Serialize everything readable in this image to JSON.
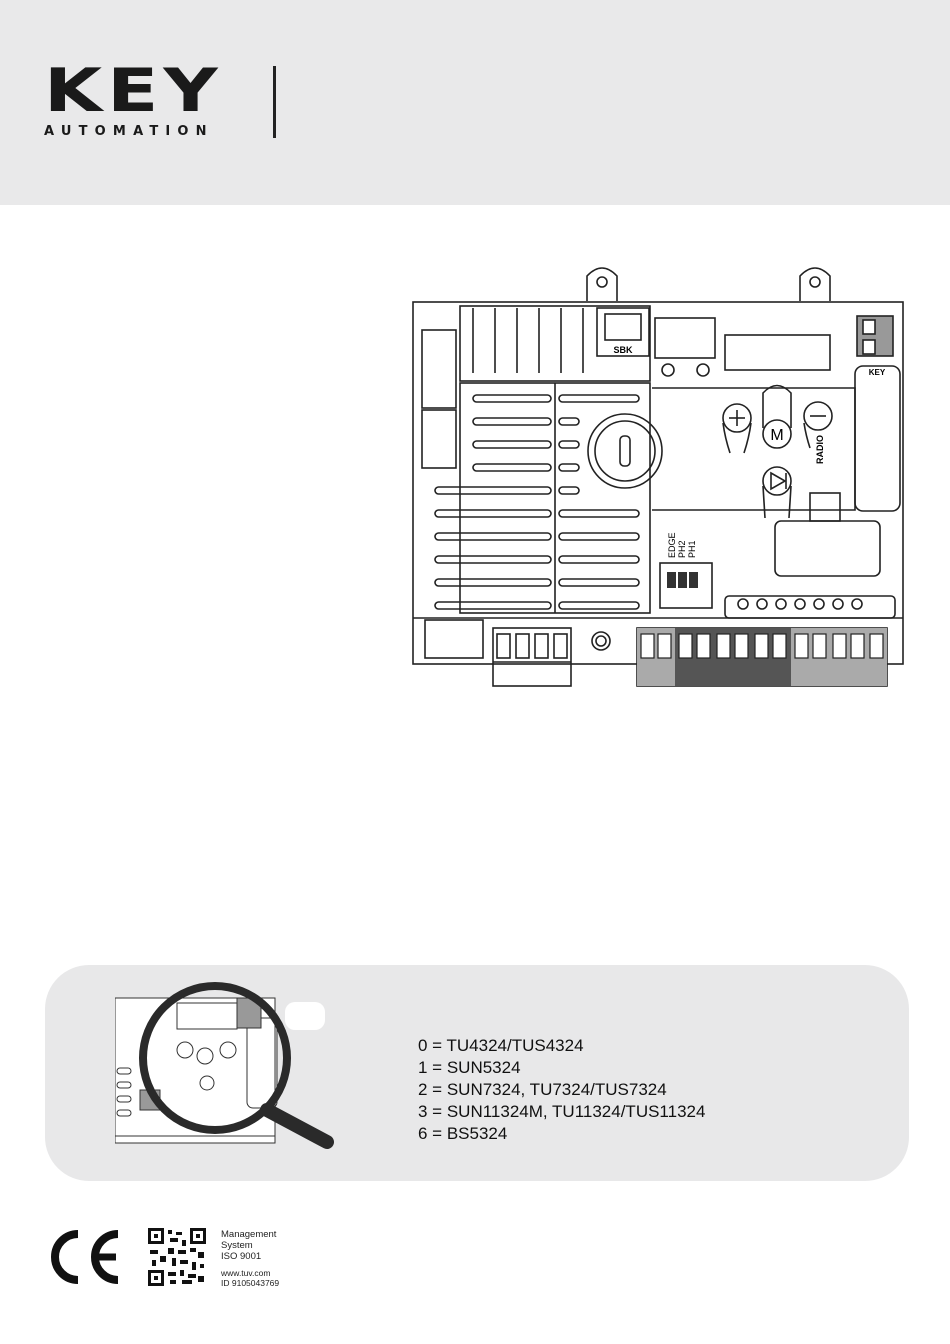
{
  "header": {
    "brand_name": "KEY",
    "brand_subtitle": "AUTOMATION"
  },
  "board": {
    "sbk_label": "SBK",
    "key_label": "KEY",
    "radio_label": "RADIO",
    "motor_label": "M",
    "dip_labels": [
      "EDGE",
      "PH2",
      "PH1"
    ]
  },
  "callout": {
    "models": [
      "0 = TU4324/TUS4324",
      "1 = SUN5324",
      "2 = SUN7324, TU7324/TUS7324",
      "3 = SUN11324M, TU11324/TUS11324",
      "6 = BS5324"
    ]
  },
  "footer": {
    "ce_mark": "CE",
    "cert_lines": [
      "Management",
      "System",
      "ISO 9001"
    ],
    "cert_web": "www.tuv.com",
    "cert_id": "ID 9105043769"
  }
}
